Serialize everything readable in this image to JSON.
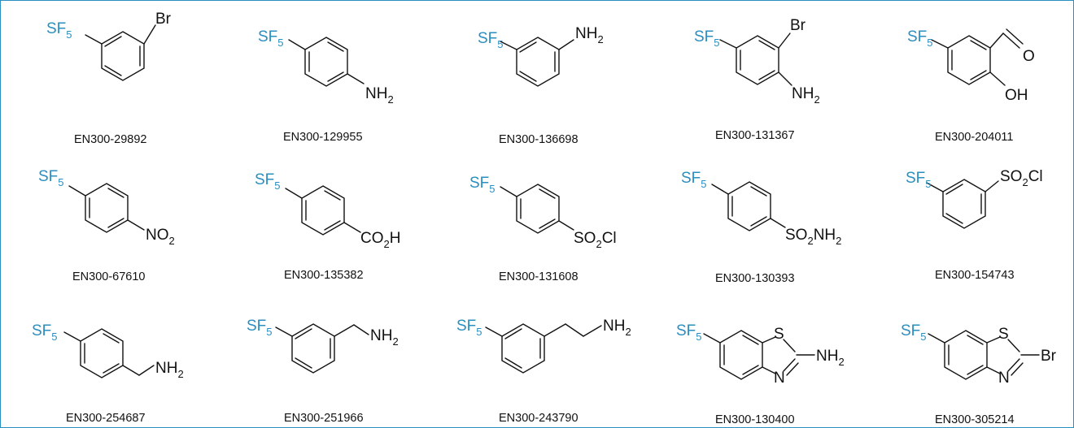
{
  "colors": {
    "sf5": "#2a8fc0",
    "bond": "#111111",
    "border": "#2a8fc0"
  },
  "sf5_label": {
    "main": "SF",
    "sub": "5"
  },
  "compounds": [
    {
      "id": "EN300-29892",
      "scaffold": "benzene",
      "pattern": "meta",
      "substituent": {
        "main": "Br"
      }
    },
    {
      "id": "EN300-129955",
      "scaffold": "benzene",
      "pattern": "para",
      "substituent": {
        "main": "NH",
        "sub": "2"
      }
    },
    {
      "id": "EN300-136698",
      "scaffold": "benzene",
      "pattern": "meta",
      "substituent": {
        "main": "NH",
        "sub": "2"
      }
    },
    {
      "id": "EN300-131367",
      "scaffold": "benzene",
      "pattern": "meta+para",
      "substituent": {
        "main": "Br"
      },
      "substituent2": {
        "main": "NH",
        "sub": "2"
      }
    },
    {
      "id": "EN300-204011",
      "scaffold": "benzene",
      "pattern": "meta+para",
      "substituent": {
        "main": "O"
      },
      "substituent2": {
        "main": "OH"
      }
    },
    {
      "id": "EN300-67610",
      "scaffold": "benzene",
      "pattern": "para",
      "substituent": {
        "main": "NO",
        "sub": "2"
      }
    },
    {
      "id": "EN300-135382",
      "scaffold": "benzene",
      "pattern": "para",
      "substituent": {
        "main": "CO",
        "sub": "2",
        "tail": "H"
      }
    },
    {
      "id": "EN300-131608",
      "scaffold": "benzene",
      "pattern": "para",
      "substituent": {
        "main": "SO",
        "sub": "2",
        "tail": "Cl"
      }
    },
    {
      "id": "EN300-130393",
      "scaffold": "benzene",
      "pattern": "para",
      "substituent": {
        "main": "SO",
        "sub": "2",
        "tail": "NH",
        "sub2": "2"
      }
    },
    {
      "id": "EN300-154743",
      "scaffold": "benzene",
      "pattern": "meta",
      "substituent": {
        "main": "SO",
        "sub": "2",
        "tail": "Cl"
      }
    },
    {
      "id": "EN300-254687",
      "scaffold": "benzene",
      "pattern": "para-CH2",
      "substituent": {
        "main": "NH",
        "sub": "2"
      }
    },
    {
      "id": "EN300-251966",
      "scaffold": "benzene",
      "pattern": "meta-CH2",
      "substituent": {
        "main": "NH",
        "sub": "2"
      }
    },
    {
      "id": "EN300-243790",
      "scaffold": "benzene",
      "pattern": "meta-CH2CH2",
      "substituent": {
        "main": "NH",
        "sub": "2"
      }
    },
    {
      "id": "EN300-130400",
      "scaffold": "benzothiazole",
      "pattern": "6-SF5-2-X",
      "substituent": {
        "main": "NH",
        "sub": "2"
      },
      "ring_atoms": {
        "s": "S",
        "n": "N"
      }
    },
    {
      "id": "EN300-305214",
      "scaffold": "benzothiazole",
      "pattern": "6-SF5-2-X",
      "substituent": {
        "main": "Br"
      },
      "ring_atoms": {
        "s": "S",
        "n": "N"
      }
    }
  ]
}
